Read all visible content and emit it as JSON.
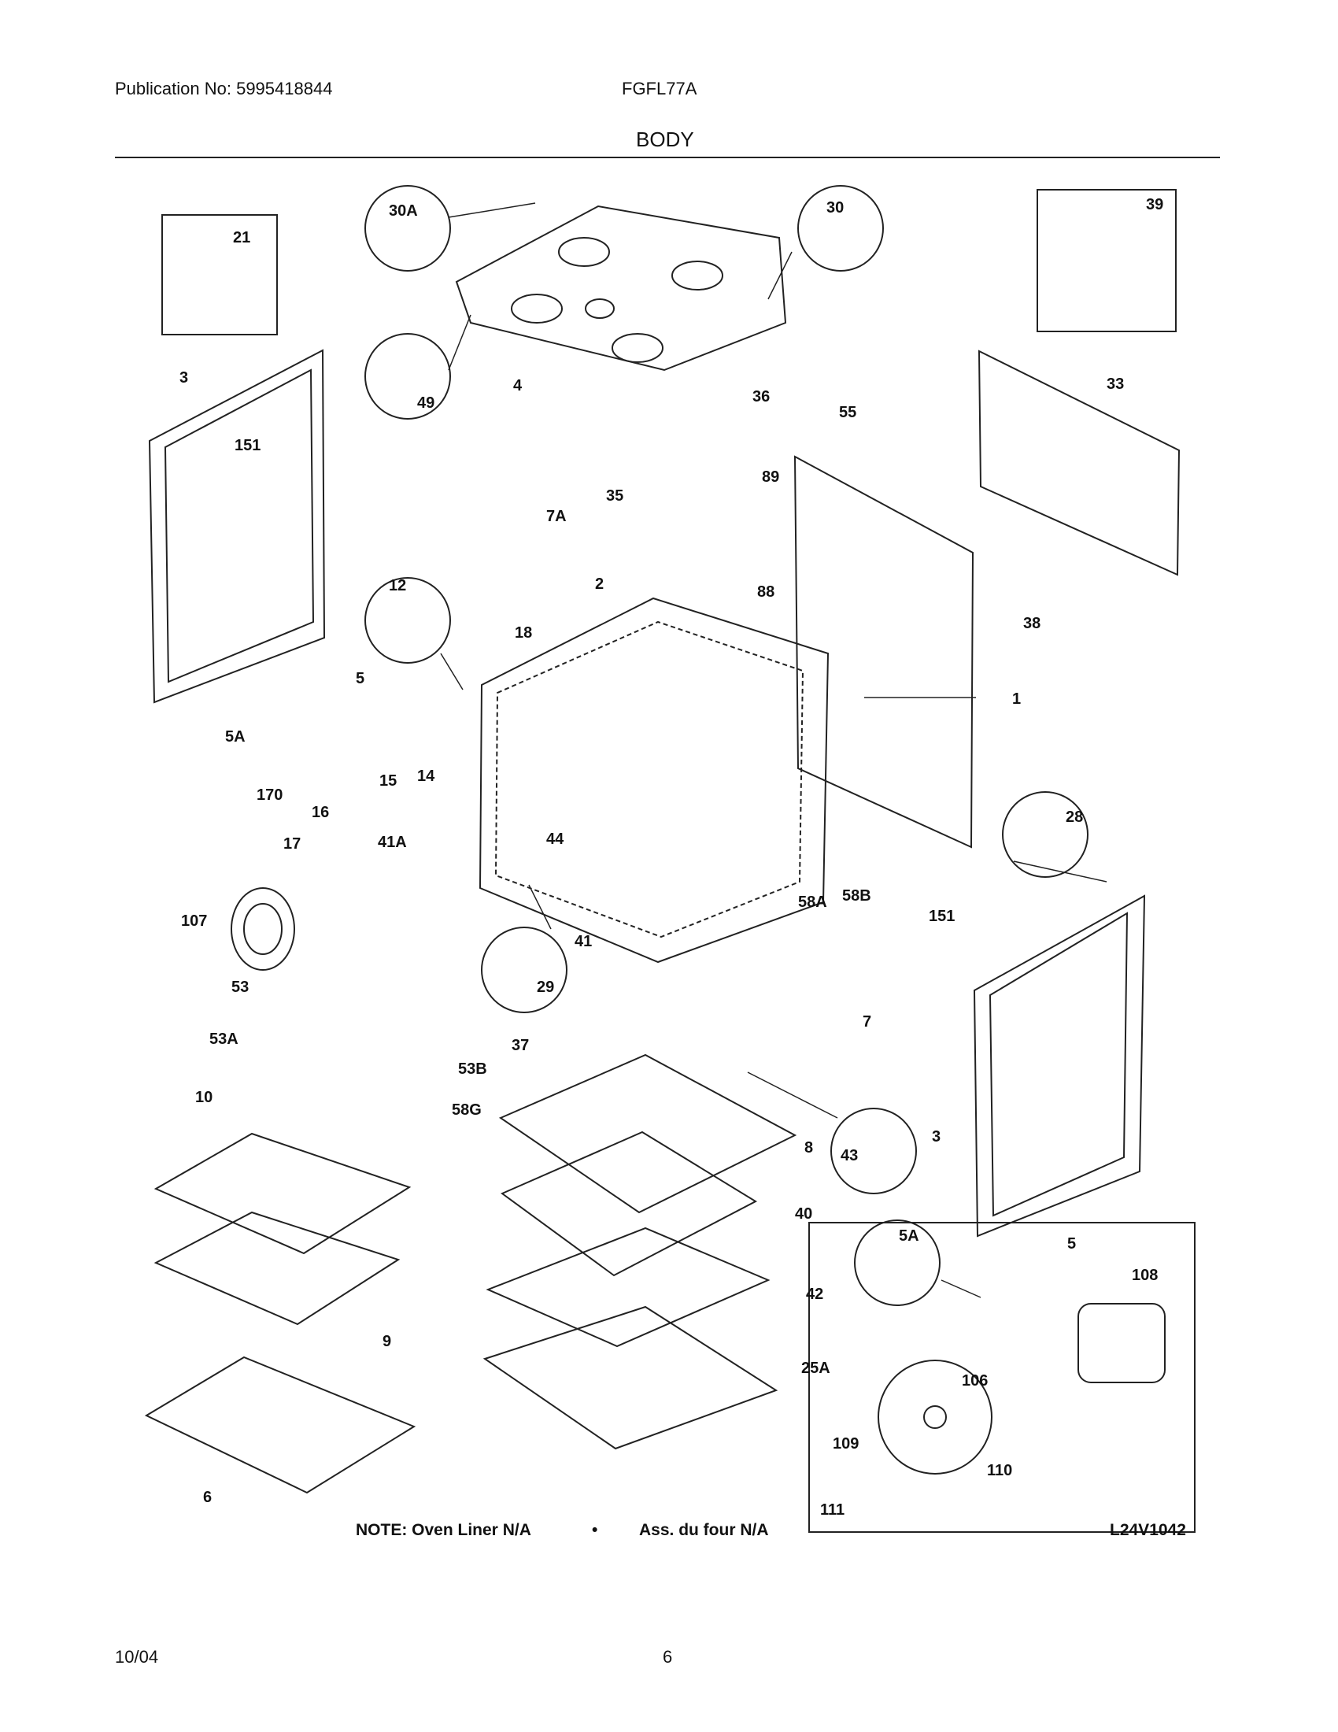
{
  "header": {
    "publication": "Publication No: 5995418844",
    "model": "FGFL77A",
    "section": "BODY"
  },
  "footer": {
    "date": "10/04",
    "page": "6"
  },
  "diagram": {
    "note_left": "NOTE: Oven Liner N/A",
    "bullet": "•",
    "note_right": "Ass. du four N/A",
    "drawing_id": "L24V1042",
    "callouts": {
      "c21": "21",
      "c30A": "30A",
      "c30": "30",
      "c39": "39",
      "c49": "49",
      "c4": "4",
      "c3a": "3",
      "c151a": "151",
      "c36": "36",
      "c55": "55",
      "c33": "33",
      "c7A": "7A",
      "c35": "35",
      "c89": "89",
      "c88": "88",
      "c38": "38",
      "c12": "12",
      "c2": "2",
      "c18": "18",
      "c1": "1",
      "c5a": "5",
      "c5Aa": "5A",
      "c170": "170",
      "c15": "15",
      "c14": "14",
      "c16": "16",
      "c17": "17",
      "c44": "44",
      "c41A": "41A",
      "c28": "28",
      "c58A": "58A",
      "c58B": "58B",
      "c107": "107",
      "c151b": "151",
      "c41": "41",
      "c29": "29",
      "c53": "53",
      "c7": "7",
      "c53A": "53A",
      "c37": "37",
      "c53B": "53B",
      "c58G": "58G",
      "c10": "10",
      "c8": "8",
      "c43": "43",
      "c3b": "3",
      "c40": "40",
      "c5b": "5",
      "c5Ab": "5A",
      "c108": "108",
      "c9": "9",
      "c42": "42",
      "c106": "106",
      "c25A": "25A",
      "c109": "109",
      "c110": "110",
      "c6": "6",
      "c111": "111"
    }
  }
}
